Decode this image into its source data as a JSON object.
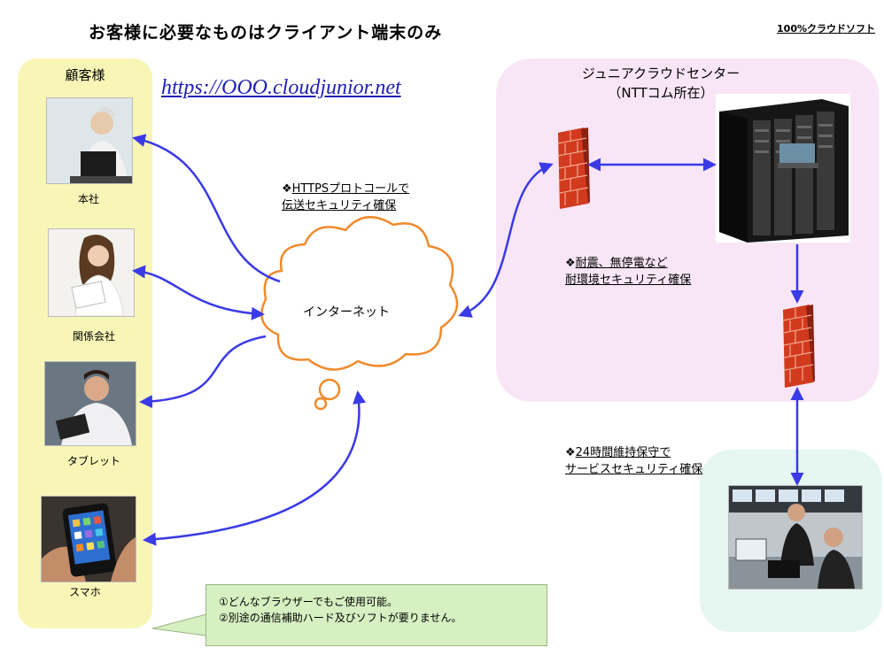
{
  "header": {
    "title": "お客様に必要なものはクライアント端末のみ",
    "brand": "100%クラウドソフト"
  },
  "url": "https://OOO.cloudjunior.net",
  "customer": {
    "label": "顧客様",
    "devices": [
      {
        "label": "本社",
        "icon": "office-worker-laptop"
      },
      {
        "label": "関係会社",
        "icon": "woman-with-documents"
      },
      {
        "label": "タブレット",
        "icon": "man-with-tablet"
      },
      {
        "label": "スマホ",
        "icon": "smartphone-in-hand"
      }
    ]
  },
  "internet": {
    "label": "インターネット"
  },
  "datacenter": {
    "label_line1": "ジュニアクラウドセンター",
    "label_line2": "（NTTコム所在）"
  },
  "notes": {
    "https": {
      "bullet": "❖",
      "line1": "HTTPSプロトコールで",
      "line2": "伝送セキュリティ確保"
    },
    "environment": {
      "bullet": "❖",
      "line1": "耐震、無停電など",
      "line2": "耐環境セキュリティ確保"
    },
    "service": {
      "bullet": "❖",
      "line1": "24時間維持保守で",
      "line2": "サービスセキュリティ確保"
    }
  },
  "callout": {
    "line1": "①どんなブラウザーでもご使用可能。",
    "line2": "②別途の通信補助ハード及びソフトが要りません。"
  },
  "colors": {
    "arrow": "#3a3ae6",
    "cloud_stroke": "#f08a2c",
    "customer_zone": "#f8f6b6",
    "datacenter_zone": "#f8e6f6",
    "ops_zone": "#e6f6f0",
    "firewall": "#d23a1e",
    "url": "#1f1fb4"
  }
}
